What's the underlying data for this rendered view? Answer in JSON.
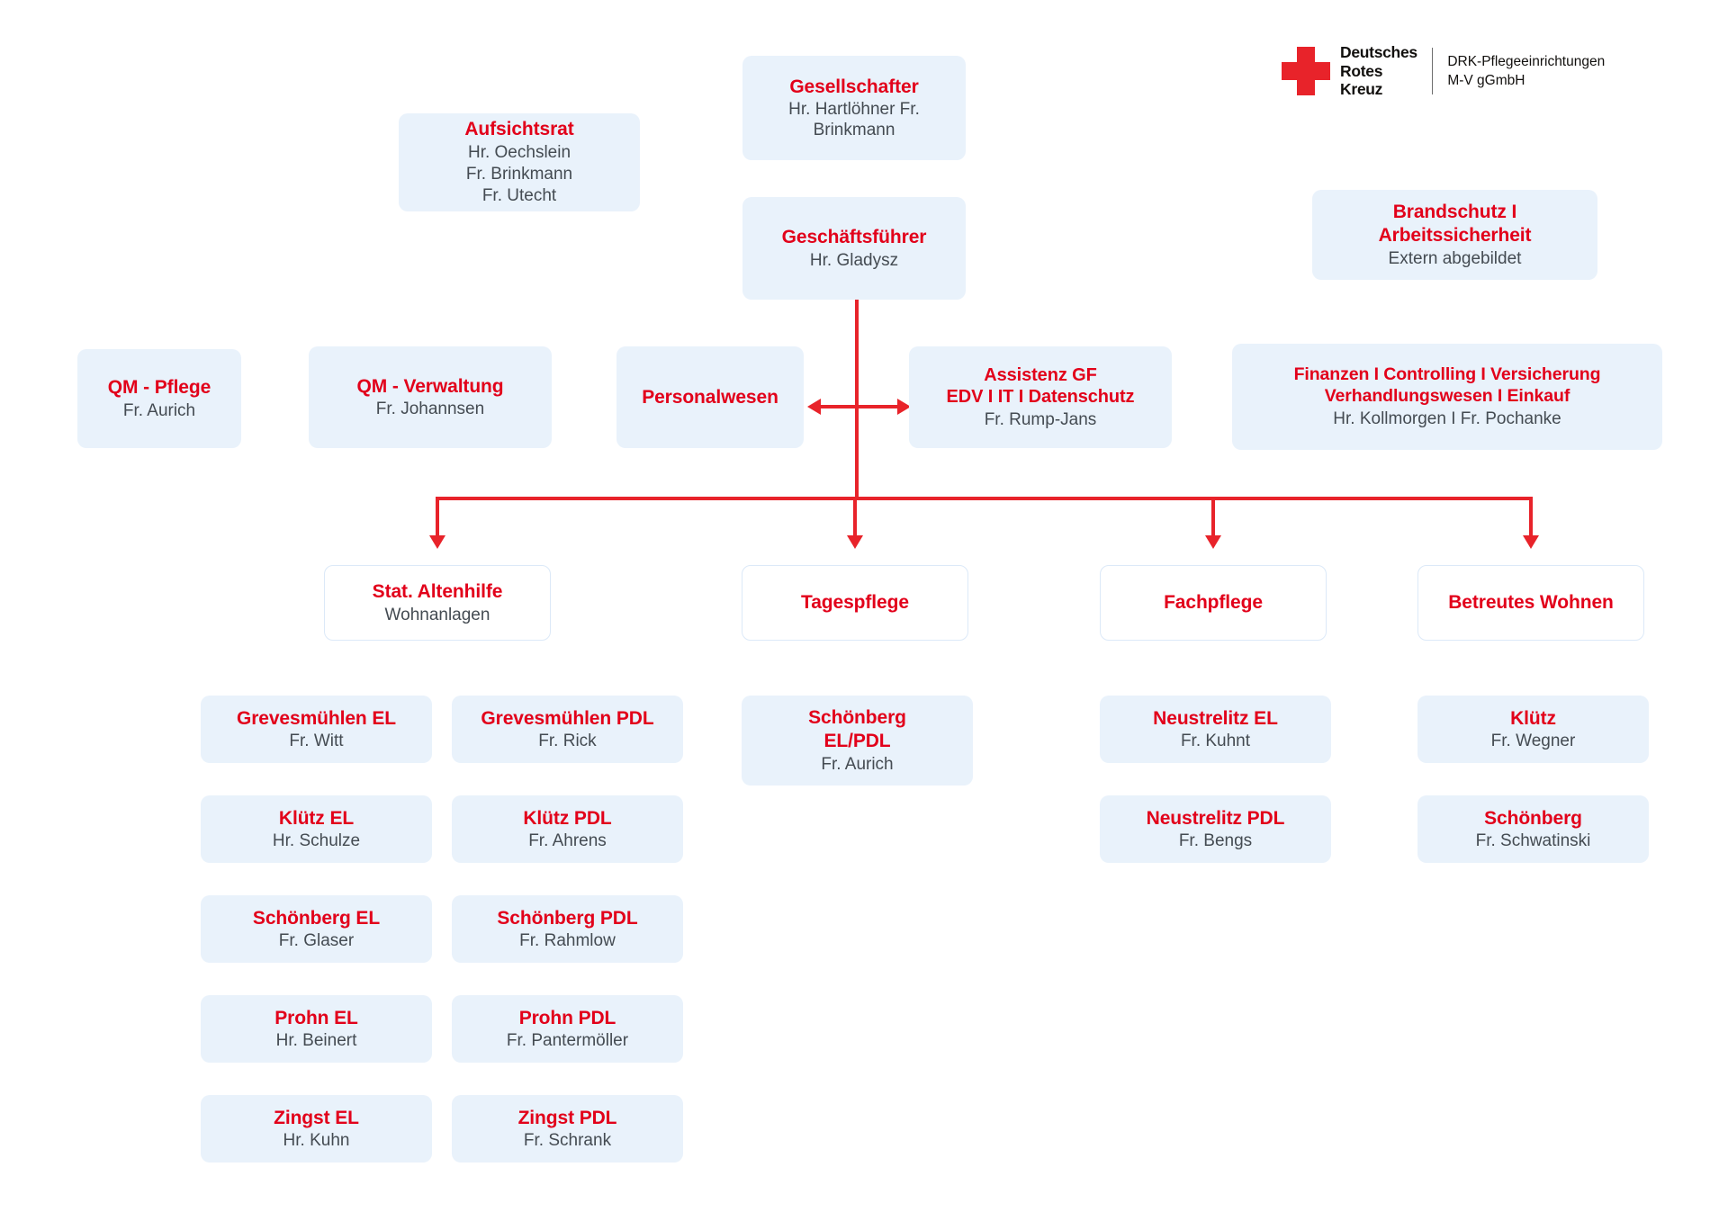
{
  "logo": {
    "cross_color": "#e8232a",
    "brand_line1": "Deutsches",
    "brand_line2": "Rotes",
    "brand_line3": "Kreuz",
    "org_line1": "DRK-Pflegeeinrichtungen",
    "org_line2": "M-V gGmbH"
  },
  "colors": {
    "accent_red": "#e2001a",
    "line_red": "#e8232a",
    "box_fill": "#e9f2fb",
    "box_border": "#dce9f8",
    "sub_text": "#444b52"
  },
  "nodes": {
    "aufsichtsrat": {
      "title": "Aufsichtsrat",
      "sub1": "Hr. Oechslein",
      "sub2": "Fr. Brinkmann",
      "sub3": "Fr. Utecht"
    },
    "gesellschafter": {
      "title": "Gesellschafter",
      "sub": "Hr. Hartlöhner Fr. Brinkmann"
    },
    "geschaeftsfuehrer": {
      "title": "Geschäftsführer",
      "sub": "Hr. Gladysz"
    },
    "brandschutz": {
      "title_line1": "Brandschutz I",
      "title_line2": "Arbeitssicherheit",
      "sub": "Extern abgebildet"
    },
    "qm_pflege": {
      "title": "QM - Pflege",
      "sub": "Fr. Aurich"
    },
    "qm_verwaltung": {
      "title": "QM - Verwaltung",
      "sub": "Fr. Johannsen"
    },
    "personalwesen": {
      "title": "Personalwesen"
    },
    "assistenz_gf": {
      "title_line1": "Assistenz GF",
      "title_line2": "EDV I IT I Datenschutz",
      "sub": "Fr. Rump-Jans"
    },
    "finanzen": {
      "title_line1": "Finanzen I Controlling I Versicherung",
      "title_line2": "Verhandlungswesen I Einkauf",
      "sub": "Hr. Kollmorgen I Fr. Pochanke"
    }
  },
  "divisions": [
    {
      "title": "Stat. Altenhilfe",
      "sub": "Wohnanlagen"
    },
    {
      "title": "Tagespflege",
      "sub": ""
    },
    {
      "title": "Fachpflege",
      "sub": ""
    },
    {
      "title": "Betreutes Wohnen",
      "sub": ""
    }
  ],
  "altenhilfe_el": [
    {
      "title": "Grevesmühlen EL",
      "sub": "Fr. Witt"
    },
    {
      "title": "Klütz EL",
      "sub": "Hr. Schulze"
    },
    {
      "title": "Schönberg EL",
      "sub": "Fr. Glaser"
    },
    {
      "title": "Prohn EL",
      "sub": "Hr. Beinert"
    },
    {
      "title": "Zingst EL",
      "sub": "Hr. Kuhn"
    }
  ],
  "altenhilfe_pdl": [
    {
      "title": "Grevesmühlen PDL",
      "sub": "Fr. Rick"
    },
    {
      "title": "Klütz PDL",
      "sub": "Fr. Ahrens"
    },
    {
      "title": "Schönberg PDL",
      "sub": "Fr. Rahmlow"
    },
    {
      "title": "Prohn PDL",
      "sub": "Fr. Pantermöller"
    },
    {
      "title": "Zingst PDL",
      "sub": "Fr. Schrank"
    }
  ],
  "tagespflege_items": [
    {
      "title_line1": "Schönberg",
      "title_line2": "EL/PDL",
      "sub": "Fr. Aurich"
    }
  ],
  "fachpflege_items": [
    {
      "title": "Neustrelitz EL",
      "sub": "Fr. Kuhnt"
    },
    {
      "title": "Neustrelitz PDL",
      "sub": "Fr. Bengs"
    }
  ],
  "betreutes_wohnen_items": [
    {
      "title": "Klütz",
      "sub": "Fr. Wegner"
    },
    {
      "title": "Schönberg",
      "sub": "Fr. Schwatinski"
    }
  ]
}
